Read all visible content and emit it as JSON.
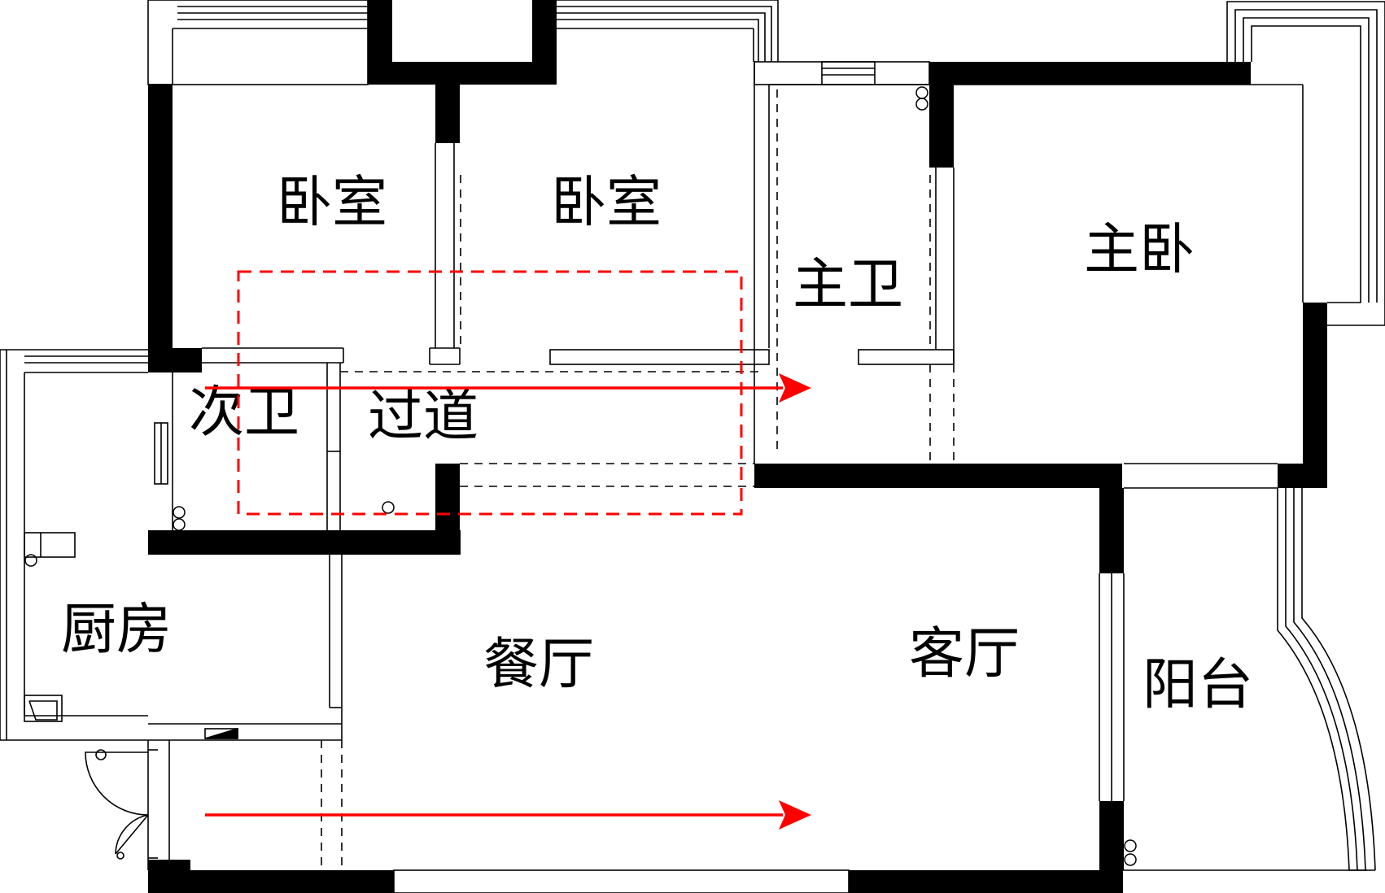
{
  "rooms": {
    "bedroom_1": "卧室",
    "bedroom_2": "卧室",
    "master_bathroom": "主卫",
    "master_bedroom": "主卧",
    "second_bathroom": "次卫",
    "corridor": "过道",
    "kitchen": "厨房",
    "dining_room": "餐厅",
    "living_room": "客厅",
    "balcony": "阳台"
  },
  "colors": {
    "wall": "#000000",
    "highlight": "#ff0000",
    "background": "#ffffff"
  }
}
